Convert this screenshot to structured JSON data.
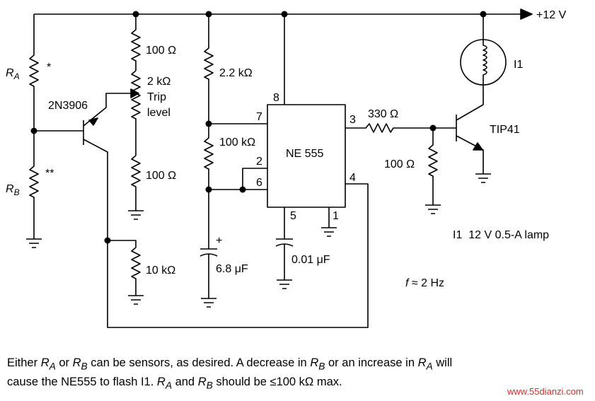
{
  "supply": "+12 V",
  "components": {
    "ra": {
      "label": "R",
      "sub": "A",
      "mark": "*"
    },
    "rb": {
      "label": "R",
      "sub": "B",
      "mark": "**"
    },
    "q1": "2N3906",
    "r_top": "100 Ω",
    "pot_value": "2 kΩ",
    "pot_label_1": "Trip",
    "pot_label_2": "level",
    "r_bottom": "100 Ω",
    "r_10k": "10 kΩ",
    "r_2k2": "2.2 kΩ",
    "r_100k": "100 kΩ",
    "c_timing": "6.8 μF",
    "c_plus": "+",
    "ic": "NE 555",
    "c_ctrl": "0.01 μF",
    "r_330": "330 Ω",
    "r_100_base": "100 Ω",
    "q2": "TIP41",
    "lamp": "I1"
  },
  "pins": {
    "p8": "8",
    "p7": "7",
    "p2": "2",
    "p6": "6",
    "p5": "5",
    "p1": "1",
    "p3": "3",
    "p4": "4"
  },
  "notes": {
    "lamp_note": "I1  12 V 0.5-A lamp",
    "freq_f": "f",
    "freq_rest": " ≈ 2 Hz"
  },
  "caption": {
    "l1_a": "Either ",
    "l1_b": " or ",
    "l1_c": " can be sensors, as desired. A decrease in ",
    "l1_d": " or an increase in ",
    "l1_e": " will",
    "l2_a": "cause the NE555 to flash I1. ",
    "l2_b": " and ",
    "l2_c": " should be ≤100 kΩ max.",
    "r": "R",
    "sa": "A",
    "sb": "B"
  },
  "watermark": "www.55dianzi.com"
}
